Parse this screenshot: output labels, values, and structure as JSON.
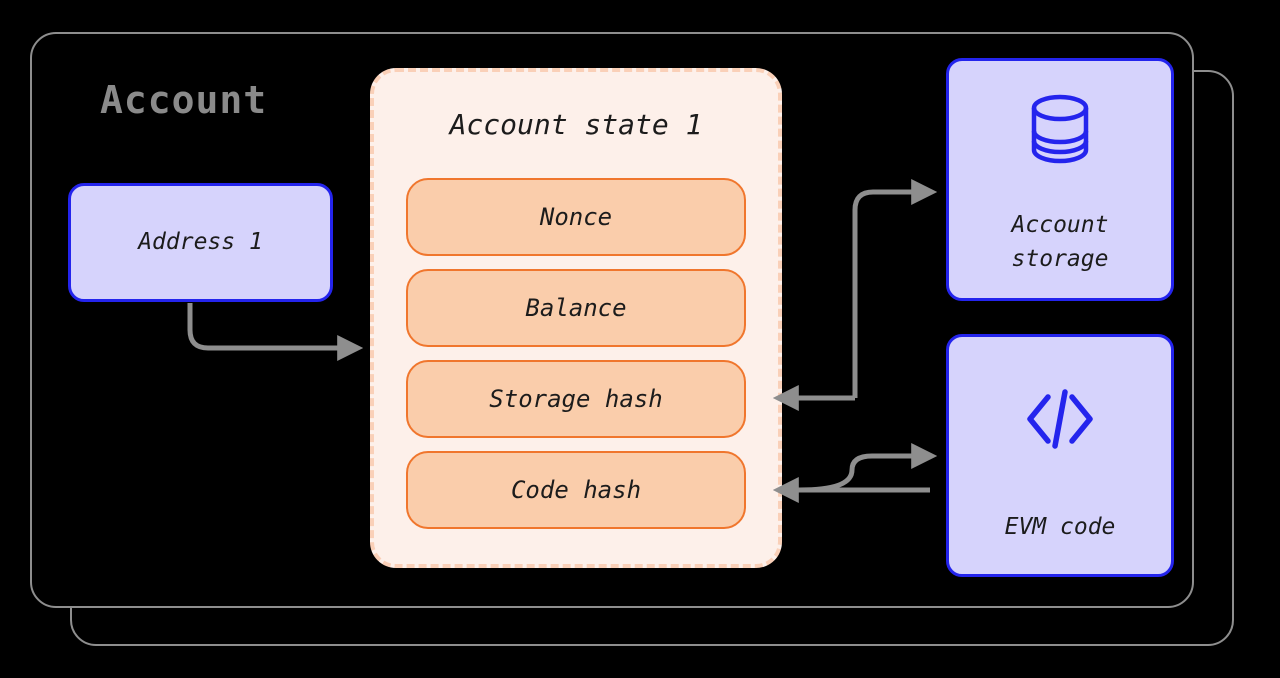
{
  "diagram": {
    "title": "Account",
    "colors": {
      "background": "#000000",
      "frame_border": "#8e8e8e",
      "title_text": "#8a8a8a",
      "blue_fill": "#d6d3fc",
      "blue_border": "#2424ed",
      "panel_fill": "#fdf0ea",
      "panel_border": "#fad0b8",
      "field_fill": "#facdab",
      "field_border": "#f0762d",
      "arrow": "#8e8e8e",
      "text": "#1c1c1c"
    }
  },
  "address": {
    "label": "Address 1"
  },
  "state_panel": {
    "title": "Account state 1",
    "fields": [
      {
        "label": "Nonce"
      },
      {
        "label": "Balance"
      },
      {
        "label": "Storage hash"
      },
      {
        "label": "Code hash"
      }
    ]
  },
  "nodes": {
    "storage": {
      "label": "Account storage",
      "line1": "Account",
      "line2": "storage",
      "icon": "database-icon"
    },
    "evm": {
      "label": "EVM code",
      "icon": "code-brackets-icon"
    }
  },
  "connectors": [
    {
      "name": "address-to-state",
      "from": "Address 1",
      "to": "Account state 1",
      "direction": "forward"
    },
    {
      "name": "state-to-storage",
      "from": "Account state 1",
      "to": "Account storage",
      "direction": "forward"
    },
    {
      "name": "storage-to-storage-hash",
      "from": "Account storage",
      "to": "Storage hash",
      "direction": "backward"
    },
    {
      "name": "state-to-evm",
      "from": "Code hash",
      "to": "EVM code",
      "direction": "forward"
    },
    {
      "name": "evm-to-code-hash",
      "from": "EVM code",
      "to": "Code hash",
      "direction": "backward"
    }
  ]
}
